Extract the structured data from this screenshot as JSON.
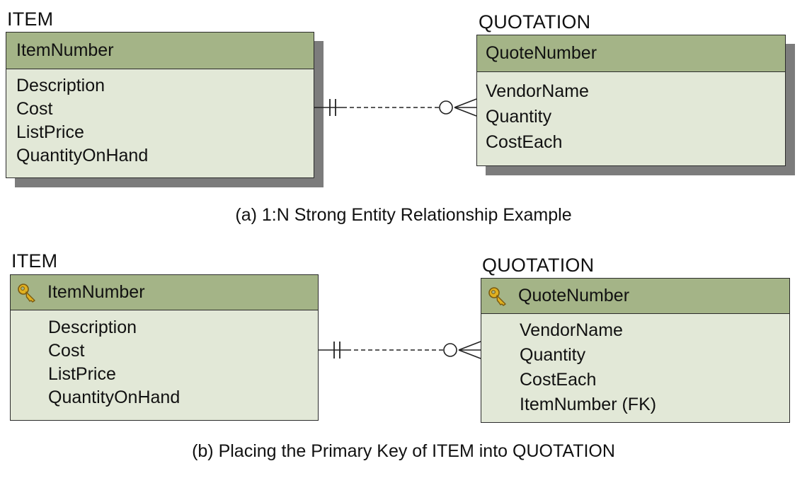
{
  "diagram_a": {
    "item": {
      "name": "ITEM",
      "key": "ItemNumber",
      "attributes": [
        "Description",
        "Cost",
        "ListPrice",
        "QuantityOnHand"
      ]
    },
    "quotation": {
      "name": "QUOTATION",
      "key": "QuoteNumber",
      "attributes": [
        "VendorName",
        "Quantity",
        "CostEach"
      ]
    },
    "caption": "(a) 1:N Strong Entity Relationship Example"
  },
  "diagram_b": {
    "item": {
      "name": "ITEM",
      "key": "ItemNumber",
      "attributes": [
        "Description",
        "Cost",
        "ListPrice",
        "QuantityOnHand"
      ]
    },
    "quotation": {
      "name": "QUOTATION",
      "key": "QuoteNumber",
      "attributes": [
        "VendorName",
        "Quantity",
        "CostEach",
        "ItemNumber (FK)"
      ]
    },
    "caption": "(b) Placing the Primary Key of ITEM into QUOTATION"
  },
  "relationship": {
    "parent_cardinality": "exactly one",
    "child_cardinality": "zero or many",
    "line_style": "dashed"
  },
  "colors": {
    "header_fill": "#a4b487",
    "body_fill": "#e2e8d7",
    "shadow": "#7c7c7c",
    "key_icon": "#e0b020"
  },
  "icons": {
    "primary_key": "key-icon"
  }
}
